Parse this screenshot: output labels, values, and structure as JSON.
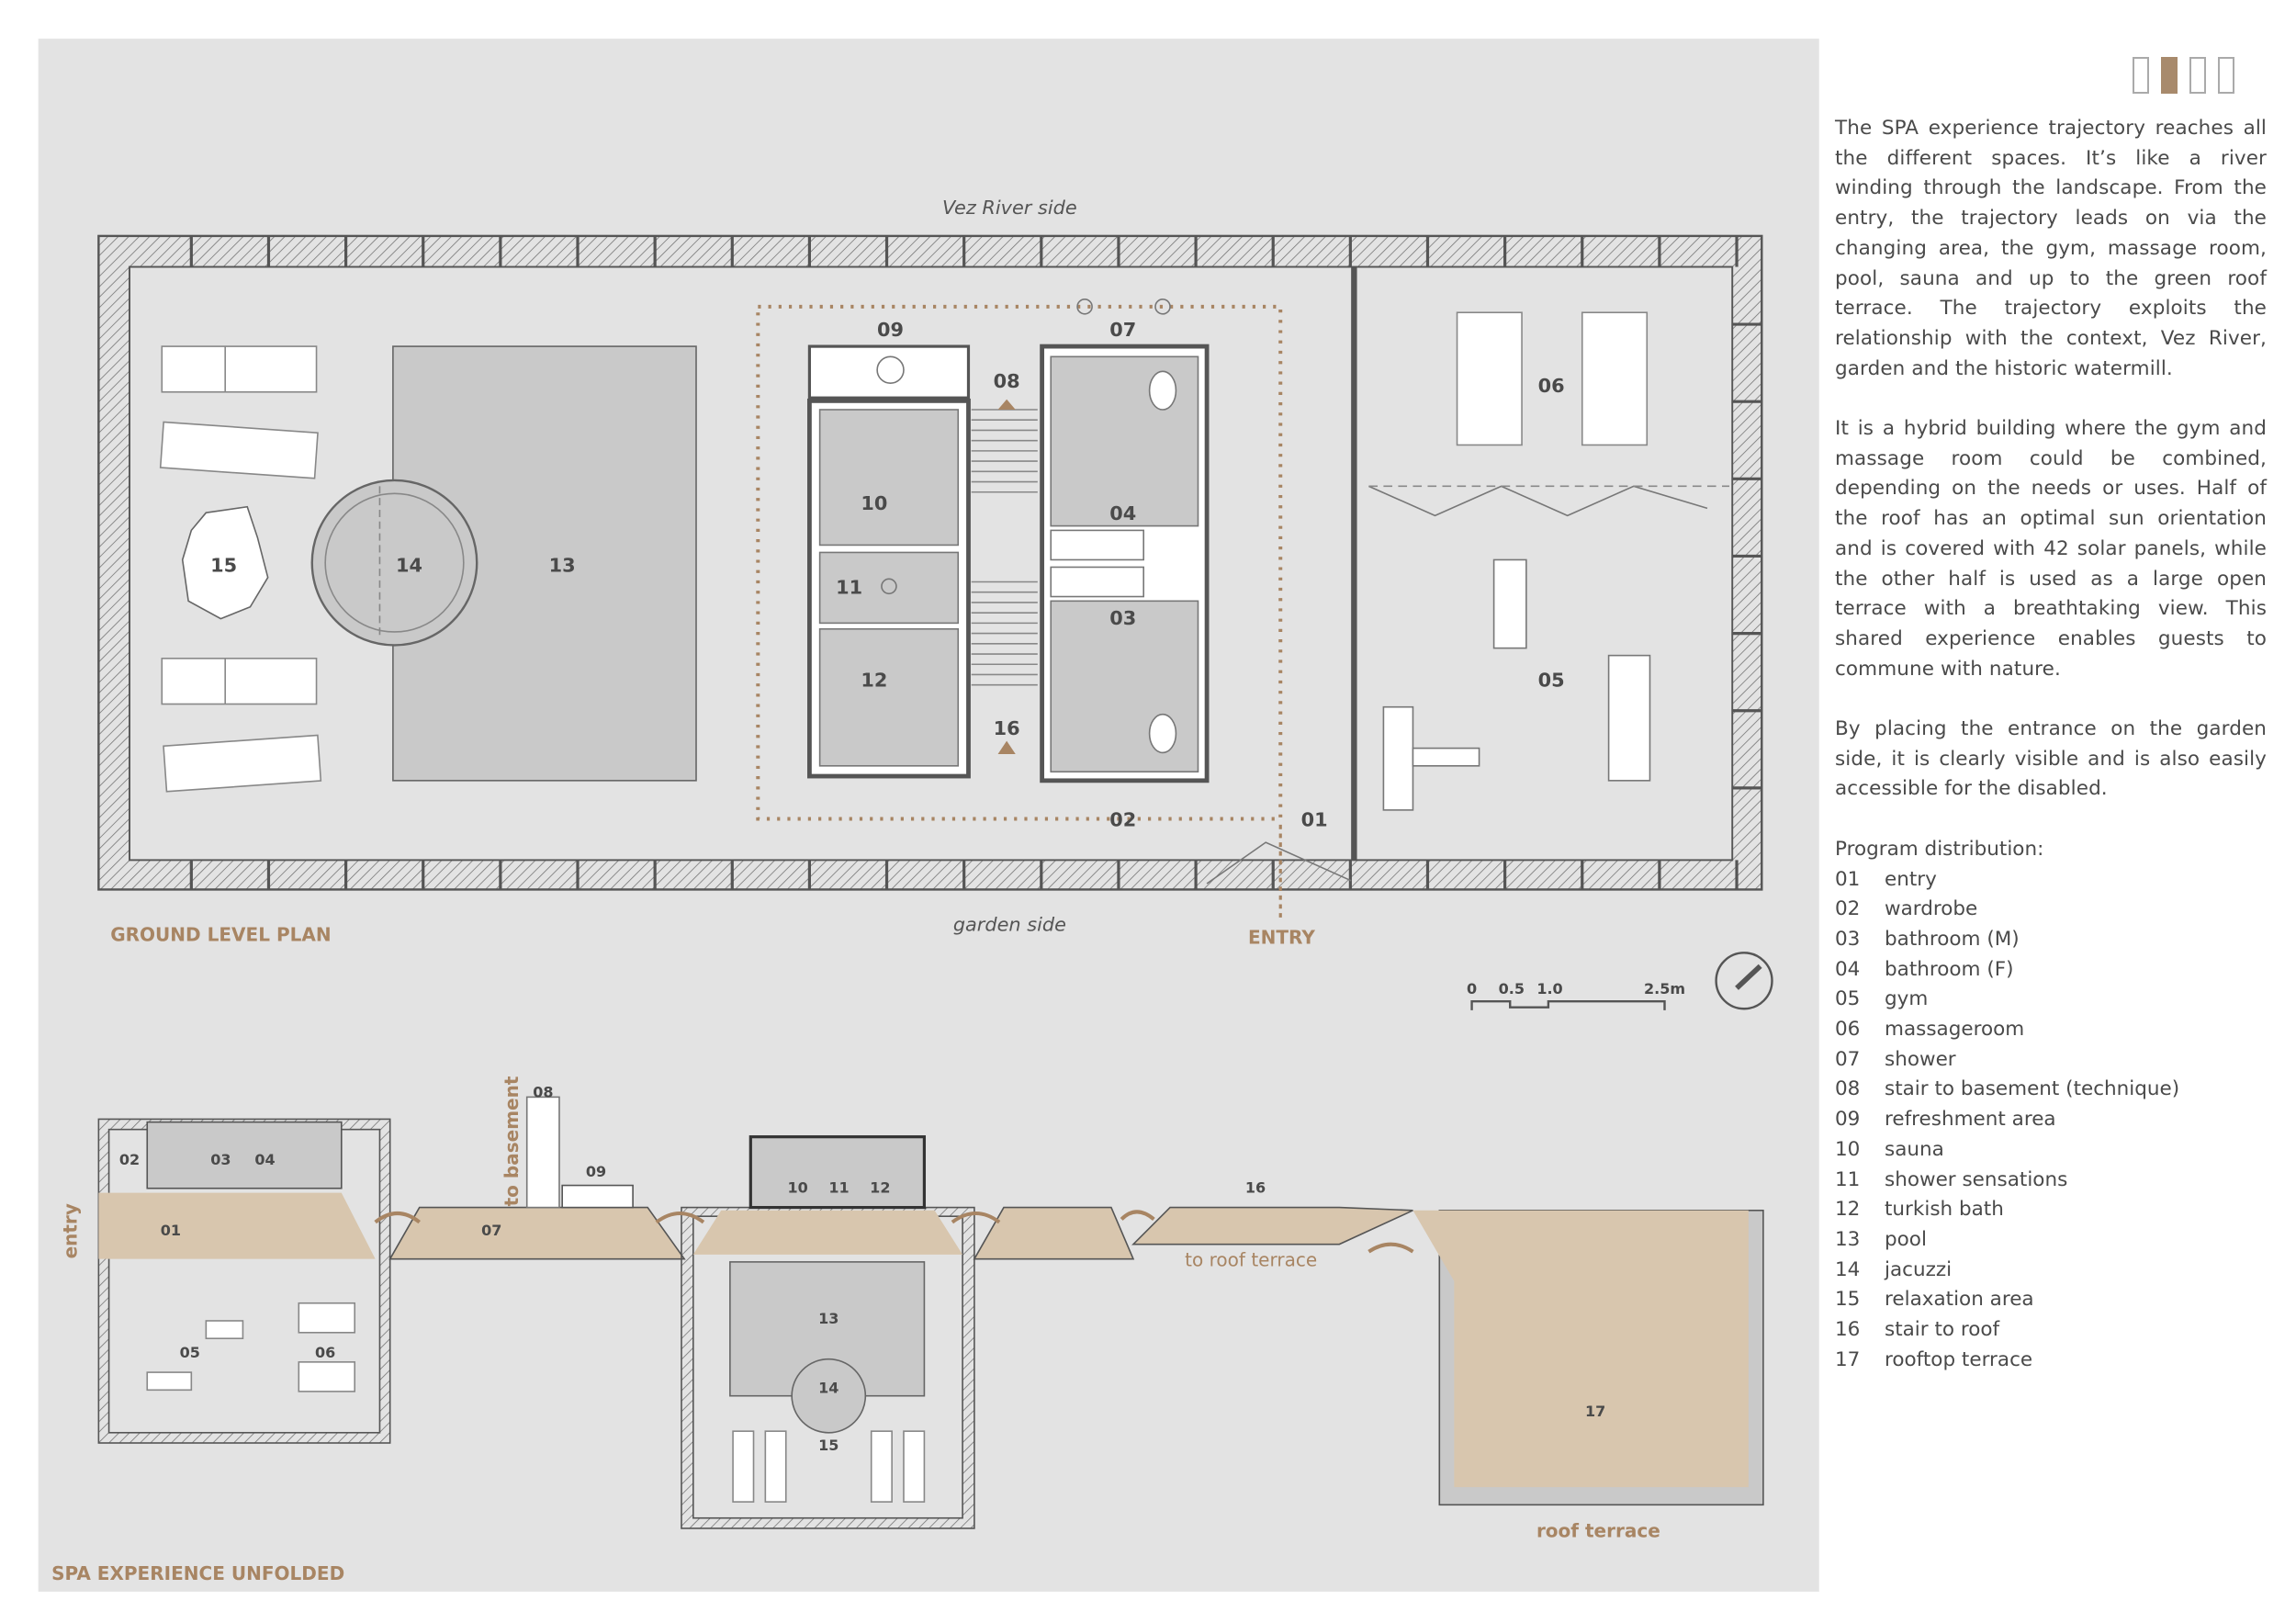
{
  "pager": {
    "pages": 4,
    "active_index": 1
  },
  "ground_plan": {
    "title": "GROUND LEVEL PLAN",
    "river_side": "Vez River side",
    "garden_side": "garden side",
    "entry_label": "ENTRY",
    "rooms": {
      "r01": "01",
      "r02": "02",
      "r03": "03",
      "r04": "04",
      "r05": "05",
      "r06": "06",
      "r07": "07",
      "r08": "08",
      "r09": "09",
      "r10": "10",
      "r11": "11",
      "r12": "12",
      "r13": "13",
      "r14": "14",
      "r15": "15",
      "r16": "16"
    }
  },
  "scale_bar": {
    "t0": "0",
    "t1": "0.5",
    "t2": "1.0",
    "t3": "2.5m"
  },
  "unfolded": {
    "title": "SPA EXPERIENCE UNFOLDED",
    "entry": "entry",
    "to_basement": "to basement",
    "to_roof_terrace": "to roof terrace",
    "roof_terrace": "roof terrace",
    "rooms": {
      "r01": "01",
      "r02": "02",
      "r03": "03",
      "r04": "04",
      "r05": "05",
      "r06": "06",
      "r07": "07",
      "r08": "08",
      "r09": "09",
      "r10": "10",
      "r11": "11",
      "r12": "12",
      "r13": "13",
      "r14": "14",
      "r15": "15",
      "r16": "16",
      "r17": "17"
    }
  },
  "description": {
    "p1": "The SPA experience trajectory reaches all the different spaces. It’s like a river winding through the landscape. From the entry, the trajectory leads on via the changing area, the gym, massage room, pool, sauna and up to the green roof terrace. The trajectory exploits the relationship with the context, Vez River, garden and the historic watermill.",
    "p2": "It is a hybrid building where the gym and massage room could be combined, depending on the needs or uses. Half of the roof has an optimal sun orientation and is covered with 42 solar panels, while the other half is used as a large open terrace with a breathtaking view. This shared experience enables guests to commune with nature.",
    "p3": "By placing the entrance on the garden side, it is clearly visible and is also easily accessible for the disabled."
  },
  "program": {
    "heading": "Program distribution:",
    "items": [
      {
        "num": "01",
        "label": "entry"
      },
      {
        "num": "02",
        "label": "wardrobe"
      },
      {
        "num": "03",
        "label": "bathroom (M)"
      },
      {
        "num": "04",
        "label": "bathroom (F)"
      },
      {
        "num": "05",
        "label": "gym"
      },
      {
        "num": "06",
        "label": "massageroom"
      },
      {
        "num": "07",
        "label": "shower"
      },
      {
        "num": "08",
        "label": "stair to basement (technique)"
      },
      {
        "num": "09",
        "label": "refreshment area"
      },
      {
        "num": "10",
        "label": "sauna"
      },
      {
        "num": "11",
        "label": "shower sensations"
      },
      {
        "num": "12",
        "label": "turkish bath"
      },
      {
        "num": "13",
        "label": "pool"
      },
      {
        "num": "14",
        "label": "jacuzzi"
      },
      {
        "num": "15",
        "label": "relaxation area"
      },
      {
        "num": "16",
        "label": "stair to roof"
      },
      {
        "num": "17",
        "label": "rooftop terrace"
      }
    ]
  },
  "colors": {
    "panel": "#e3e3e3",
    "accent": "#a88a6c",
    "tan_fill": "#d8c6ae",
    "wall": "#555555",
    "pool": "#c9c9c9"
  }
}
